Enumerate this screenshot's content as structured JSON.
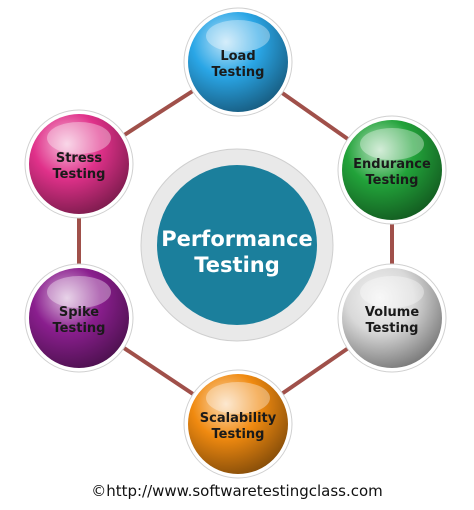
{
  "center": {
    "lines": [
      "Performance",
      "Testing"
    ],
    "color": "#1b7f9c",
    "ring_color": "#e9e9e9"
  },
  "connector_color": "#a0504a",
  "nodes": [
    {
      "id": "load-testing",
      "lines": [
        "Load",
        "Testing"
      ],
      "color": "#2aa6e6"
    },
    {
      "id": "endurance-testing",
      "lines": [
        "Endurance",
        "Testing"
      ],
      "color": "#22a33a"
    },
    {
      "id": "volume-testing",
      "lines": [
        "Volume",
        "Testing"
      ],
      "color": "#d9d9d9"
    },
    {
      "id": "scalability-testing",
      "lines": [
        "Scalability",
        "Testing"
      ],
      "color": "#f08a10"
    },
    {
      "id": "spike-testing",
      "lines": [
        "Spike",
        "Testing"
      ],
      "color": "#8a1e8e"
    },
    {
      "id": "stress-testing",
      "lines": [
        "Stress",
        "Testing"
      ],
      "color": "#e0318a"
    }
  ],
  "footer": {
    "copyright": "©",
    "url": "http://www.softwaretestingclass.com"
  }
}
